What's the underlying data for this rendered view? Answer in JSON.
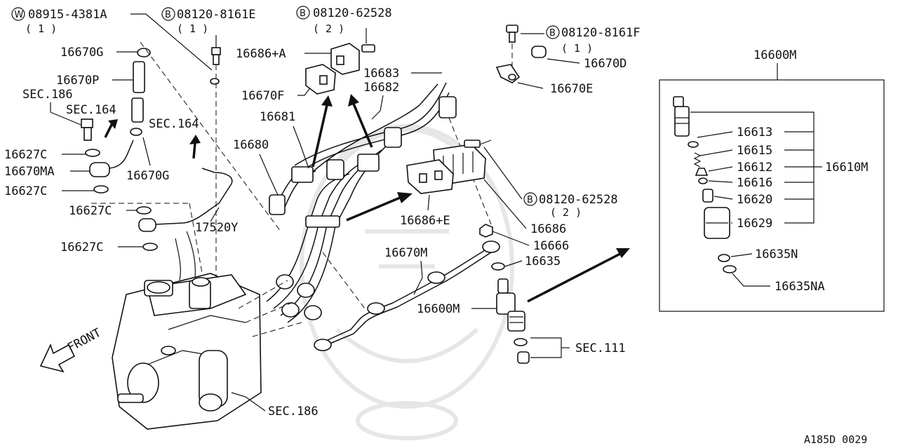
{
  "diagram": {
    "code": "A185D 0029",
    "labels": {
      "w_08915": "08915-4381A",
      "w_08915_qty": "( 1 )",
      "b_08120_8161E": "08120-8161E",
      "b_08120_8161E_qty": "( 1 )",
      "b_08120_62528_top": "08120-62528",
      "b_08120_62528_top_qty": "( 2 )",
      "b_08120_8161F": "08120-8161F",
      "b_08120_8161F_qty": "( 1 )",
      "b_08120_62528_right": "08120-62528",
      "b_08120_62528_right_qty": "( 2 )",
      "p16670G_top": "16670G",
      "p16670P": "16670P",
      "sec186_left": "SEC.186",
      "sec164_left": "SEC.164",
      "sec164_mid": "SEC.164",
      "p16627C_1": "16627C",
      "p16670MA": "16670MA",
      "p16670G_bot": "16670G",
      "p16627C_2": "16627C",
      "p16627C_3": "16627C",
      "p17520Y": "17520Y",
      "p16627C_4": "16627C",
      "p16686A": "16686+A",
      "p16670F": "16670F",
      "p16681": "16681",
      "p16680": "16680",
      "p16683": "16683",
      "p16682": "16682",
      "p16670D": "16670D",
      "p16670E": "16670E",
      "p16686E": "16686+E",
      "p16686": "16686",
      "p16666": "16666",
      "p16670M": "16670M",
      "p16635": "16635",
      "p16600M_mid": "16600M",
      "sec111": "SEC.111",
      "sec186_bot": "SEC.186",
      "front": "FRONT",
      "p16600M_box": "16600M",
      "p16613": "16613",
      "p16615": "16615",
      "p16612": "16612",
      "p16616": "16616",
      "p16620": "16620",
      "p16629": "16629",
      "p16610M": "16610M",
      "p16635N": "16635N",
      "p16635NA": "16635NA"
    },
    "circle_letters": {
      "w": "W",
      "b": "B"
    }
  }
}
